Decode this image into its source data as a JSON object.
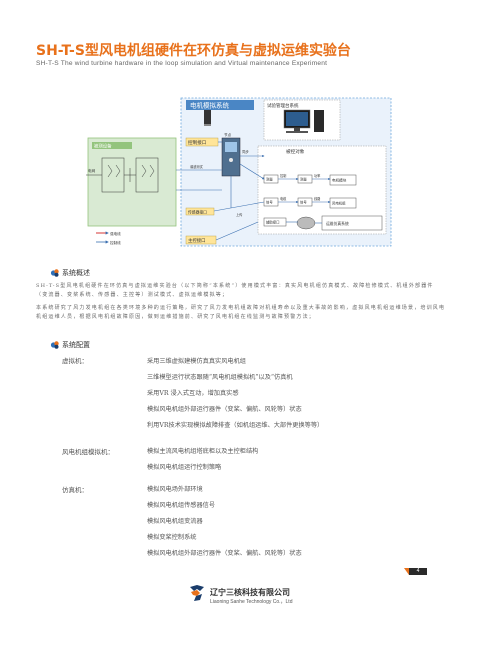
{
  "header": {
    "title_cn": "SH-T-S型风电机组硬件在环仿真与虚拟运维实验台",
    "title_en": "SH-T-S  The wind turbine  hardware in the loop simulation and  Virtual maintenance Experiment"
  },
  "diagram": {
    "labels": {
      "sim_system": "电机模拟系统",
      "test_mgmt": "试验管理台系统",
      "converter": "被测设备",
      "grid": "电网",
      "control_interface": "控制接口",
      "hw_test_system": "被控对象",
      "master_interface": "主控接口",
      "sensor_interface": "传感器接口",
      "aux_interface": "辅助接口",
      "harmonic_test": "谐波测试",
      "sync": "同步",
      "control": "控制",
      "power": "功率",
      "cable": "电缆",
      "module": "电机模块",
      "line_ab": "线路",
      "virtual_ops": "运维仿真系统",
      "upload": "上传",
      "node": "节点",
      "measure_a": "测量",
      "measure_b": "测量",
      "signal_a": "信号",
      "signal_b": "信号",
      "wind_control": "风电机组",
      "legend_power": "强电线",
      "legend_signal": "控制线"
    }
  },
  "sections": {
    "overview": {
      "heading": "系统概述",
      "p1": "SH-T-S型风电机组硬件在环仿真与虚拟运维实验台（以下简称“本系统”）使用模式丰富：真实风电机组仿真模式、故障检修模式、机组外部器件（变流器、变桨系统、传感器、主控等）测试模式、虚拟运维模拟等；",
      "p2": "本系统研究了风力发电机组在各类环境多种的运行策略，研究了风力发电机组故障对机组寿命以及重大事故的影响，虚拟风电机组运维场景，培训风电机组运维人员，根据风电机组故障原因，做到运维措施前、研究了风电机组在线监测与故障预警方法；"
    },
    "config": {
      "heading": "系统配置",
      "groups": [
        {
          "category": "虚拟机：",
          "items": [
            "采用三维虚拟建模仿真真实风电机组",
            "三维模型运行状态跟随“风电机组模拟机”以及“仿真机",
            "采用VR 浸入式互动，增加真实感",
            "模拟风电机组外部运行器件（变桨、偏航、风轮等）状态",
            "利用VR技术实现模拟故障排查（如机组运维、大部件更换等等）"
          ]
        },
        {
          "category": "风电机组模拟机：",
          "items": [
            "模拟主流风电机组塔底柜以及主控柜结构",
            "模拟风电机组运行控制策略"
          ]
        },
        {
          "category": "仿真机：",
          "items": [
            "模拟风电场外部环境",
            "模拟风电机组传感器信号",
            "模拟风电机组变流器",
            "模拟变桨控制系统",
            "模拟风电机组外部运行器件（变桨、偏航、风轮等）状态"
          ]
        }
      ]
    }
  },
  "footer": {
    "company_cn": "辽宁三核科技有限公司",
    "company_en": "Liaoning Sanhe Technology Co.，Ltd",
    "page_number": "4"
  },
  "colors": {
    "accent_orange": "#e8711b",
    "diagram_blue": "#6fa8dc",
    "diagram_green": "#93c47d",
    "diagram_yellow": "#ffe599",
    "diagram_light_green": "#d9ead3"
  }
}
